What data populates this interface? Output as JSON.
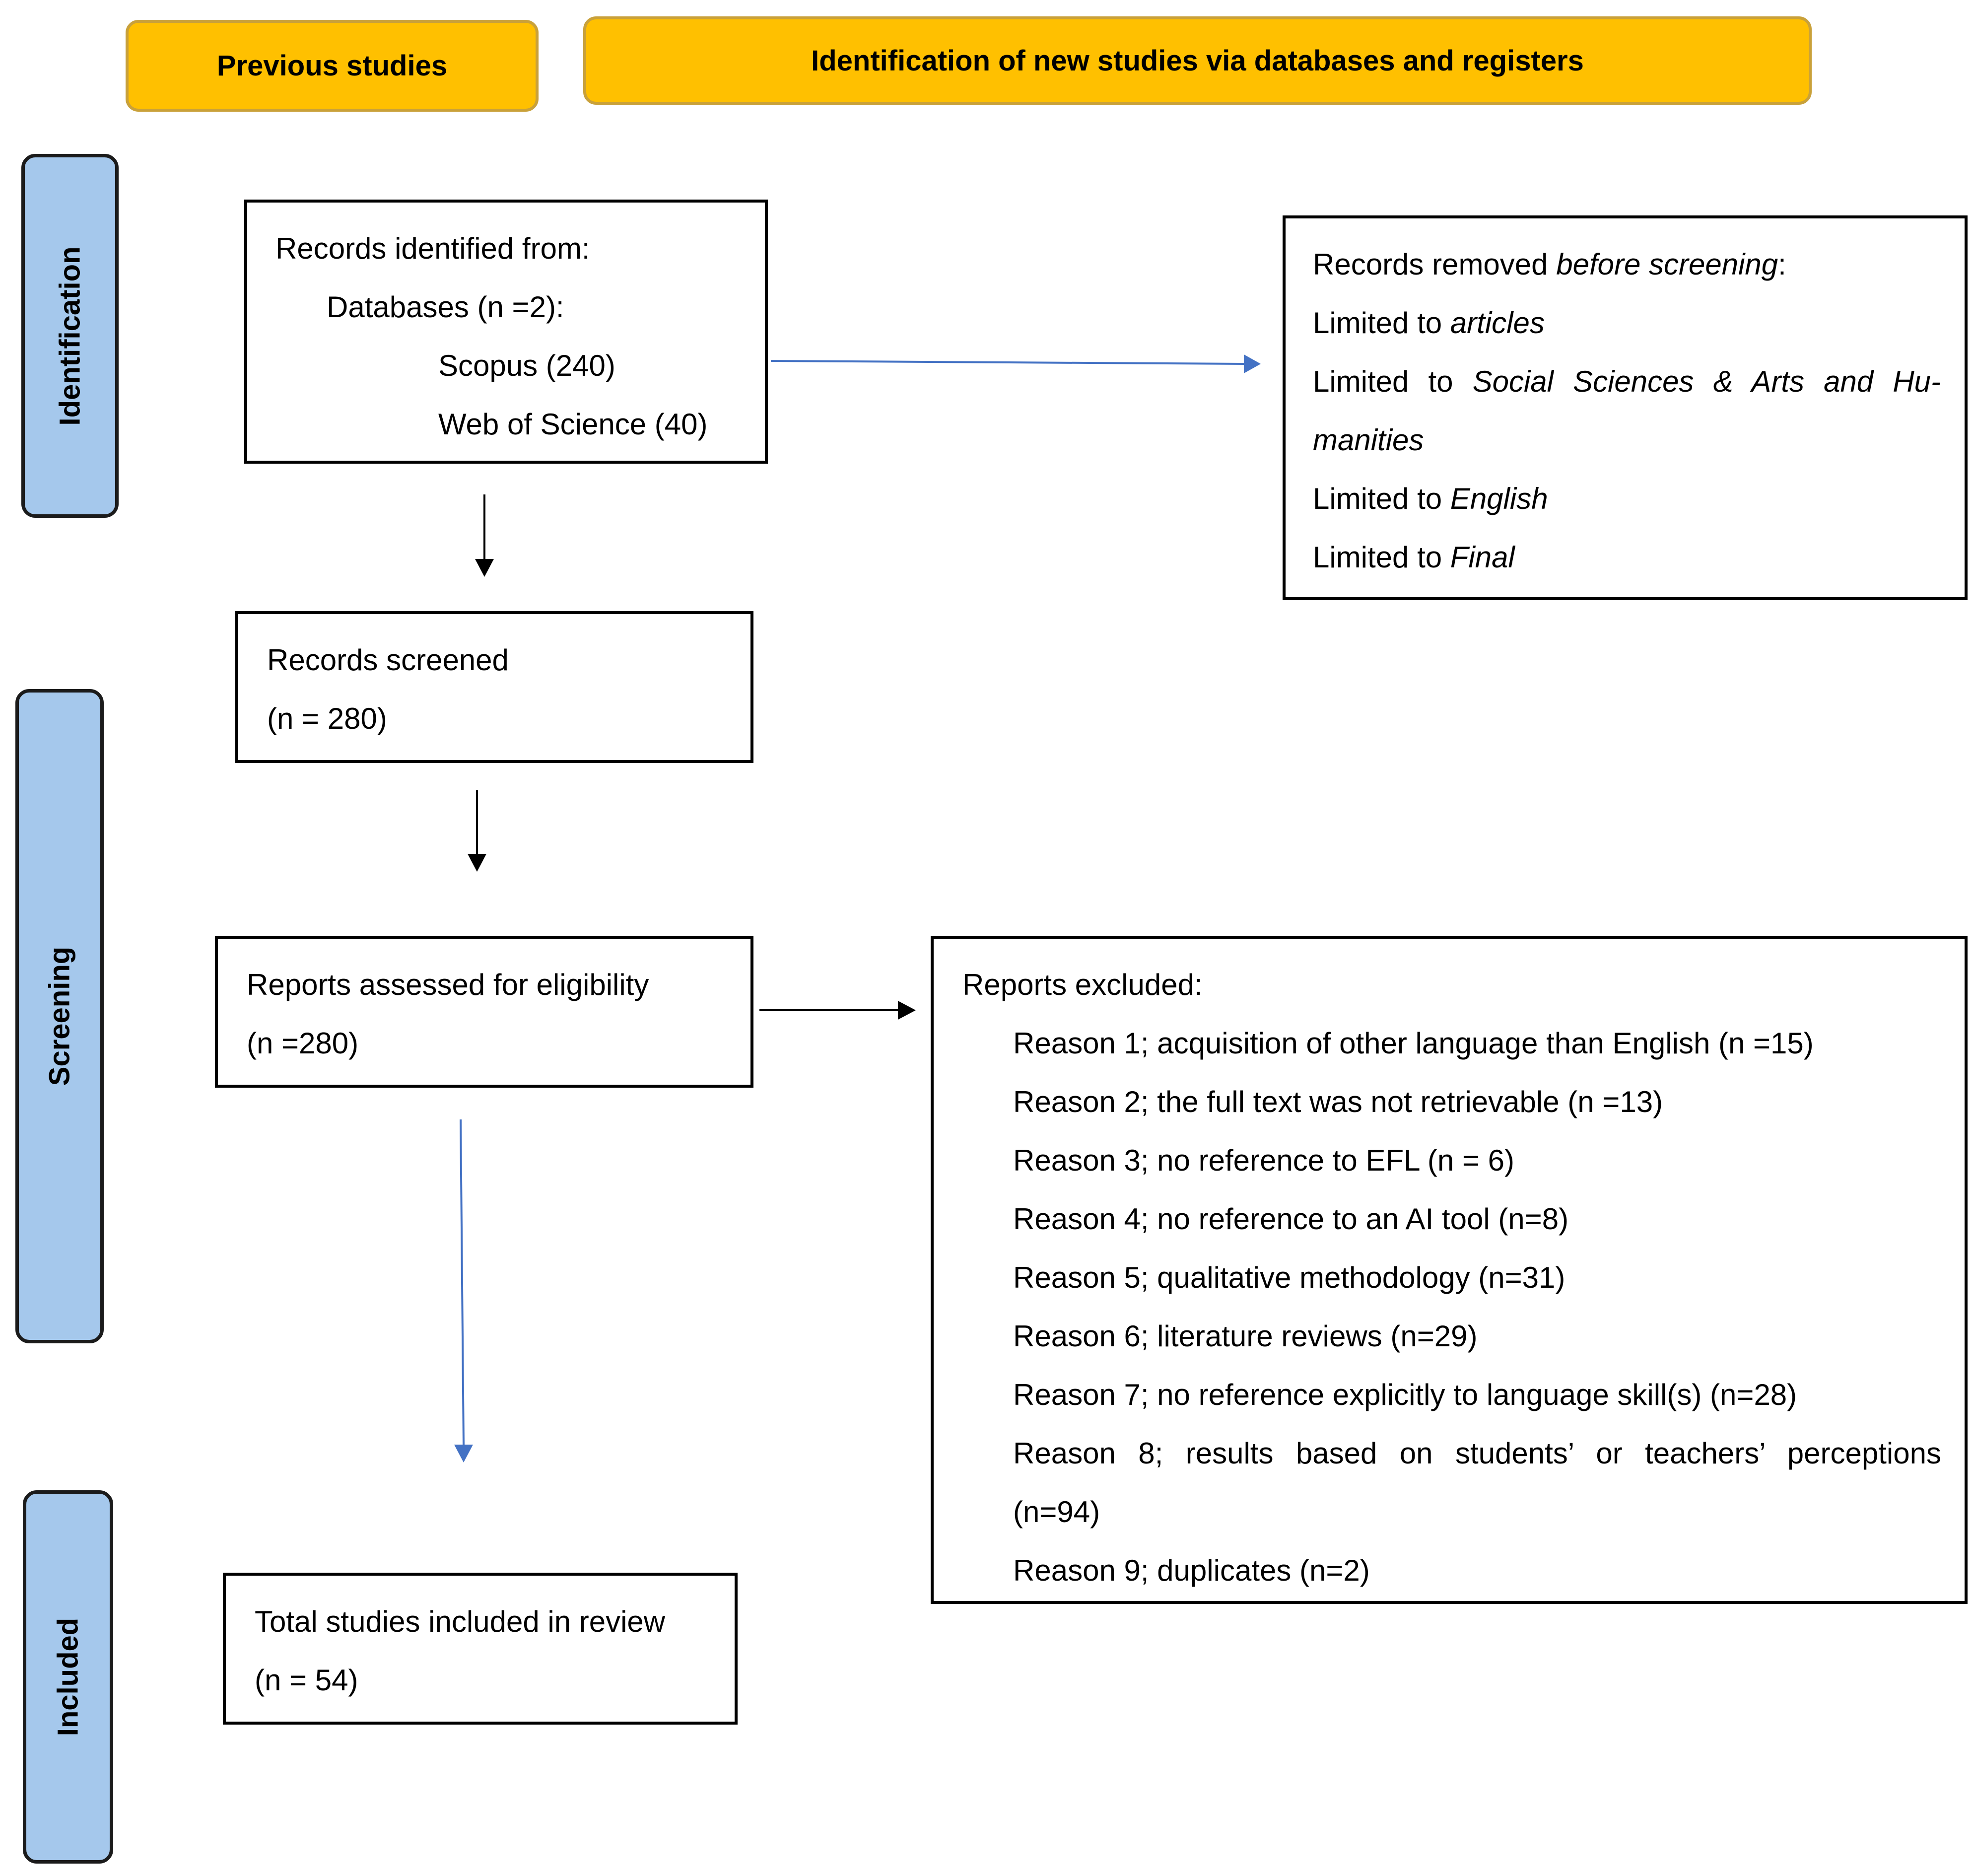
{
  "headers": {
    "previous": "Previous studies",
    "identification_new": "Identification of new studies via databases and registers"
  },
  "phases": {
    "identification": "Identification",
    "screening": "Screening",
    "included": "Included"
  },
  "records_identified": {
    "title": "Records identified from:",
    "databases": "Databases (n =2):",
    "scopus": "Scopus (240)",
    "wos": "Web of Science (40)"
  },
  "records_removed": {
    "title_prefix": "Records removed ",
    "title_italic": "before screening",
    "title_suffix": ":",
    "items": [
      {
        "prefix": "Limited to ",
        "italic": "articles"
      },
      {
        "prefix": "Limited to ",
        "italic": "Social Sciences & Arts and Hu-"
      },
      {
        "prefix": "",
        "italic": "manities"
      },
      {
        "prefix": "Limited to ",
        "italic": "English"
      },
      {
        "prefix": "Limited to ",
        "italic": "Final"
      }
    ]
  },
  "records_screened": {
    "title": "Records screened",
    "count": "(n = 280)"
  },
  "reports_assessed": {
    "title": "Reports assessed for eligibility",
    "count": "(n =280)"
  },
  "reports_excluded": {
    "title": "Reports excluded:",
    "reasons": [
      "Reason 1; acquisition of other language than English (n =15)",
      "Reason 2; the full text was not retrievable (n =13)",
      "Reason 3; no reference to EFL (n = 6)",
      "Reason 4; no reference to an AI tool (n=8)",
      "Reason 5; qualitative methodology (n=31)",
      "Reason 6; literature reviews (n=29)",
      "Reason 7; no reference explicitly to language skill(s) (n=28)",
      "Reason 8; results based on students’ or teachers’ perceptions",
      "(n=94)",
      "Reason 9; duplicates (n=2)"
    ]
  },
  "total_included": {
    "title": "Total studies included in review",
    "count": "(n = 54)"
  },
  "colors": {
    "header_fill": "#FFC000",
    "phase_fill": "#A5C8EC",
    "blue_arrow": "#4472C4",
    "black_arrow": "#000000"
  }
}
